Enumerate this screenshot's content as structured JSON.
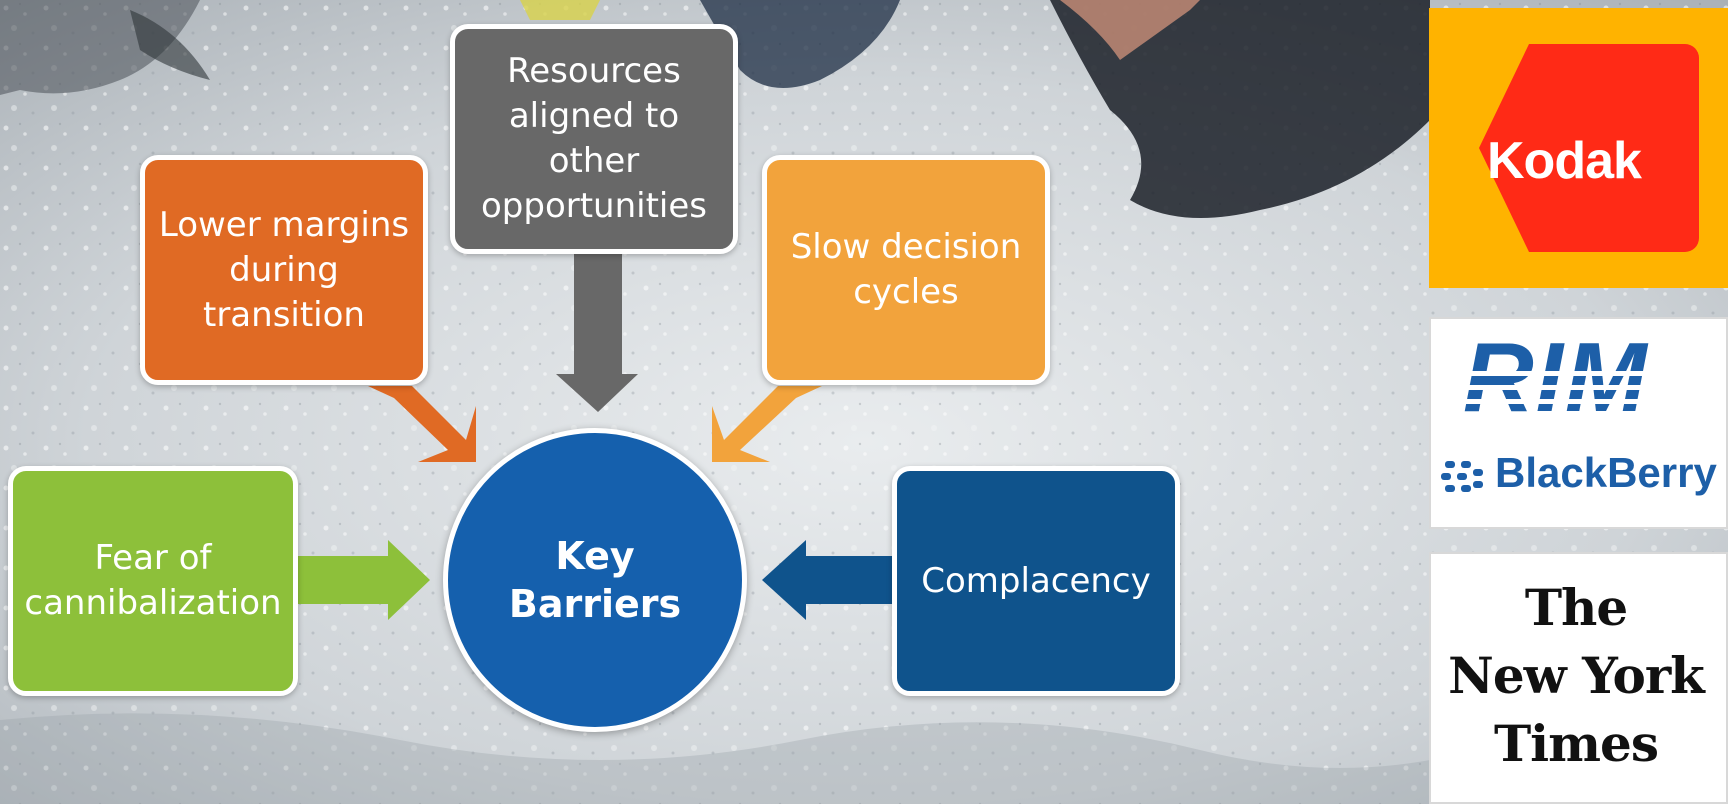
{
  "diagram": {
    "center": {
      "label": "Key\nBarriers",
      "color": "#1560ad"
    },
    "nodes": [
      {
        "id": "lower-margins",
        "label": "Lower margins\nduring\ntransition",
        "color": "#e06a24"
      },
      {
        "id": "resources",
        "label": "Resources\naligned to\nother\nopportunities",
        "color": "#686868"
      },
      {
        "id": "slow-decision",
        "label": "Slow decision\ncycles",
        "color": "#f2a33c"
      },
      {
        "id": "fear",
        "label": "Fear of\ncannibalization",
        "color": "#8dc03a"
      },
      {
        "id": "complacency",
        "label": "Complacency",
        "color": "#0f538c"
      }
    ]
  },
  "logos": {
    "kodak": {
      "text": "Kodak",
      "bg": "#ffb300",
      "inner": "#ff2a16"
    },
    "rim": {
      "text": "RIM",
      "tagline": "BlackBerry",
      "color": "#1d5fa8"
    },
    "nyt": {
      "text": "The\nNew York\nTimes"
    }
  }
}
